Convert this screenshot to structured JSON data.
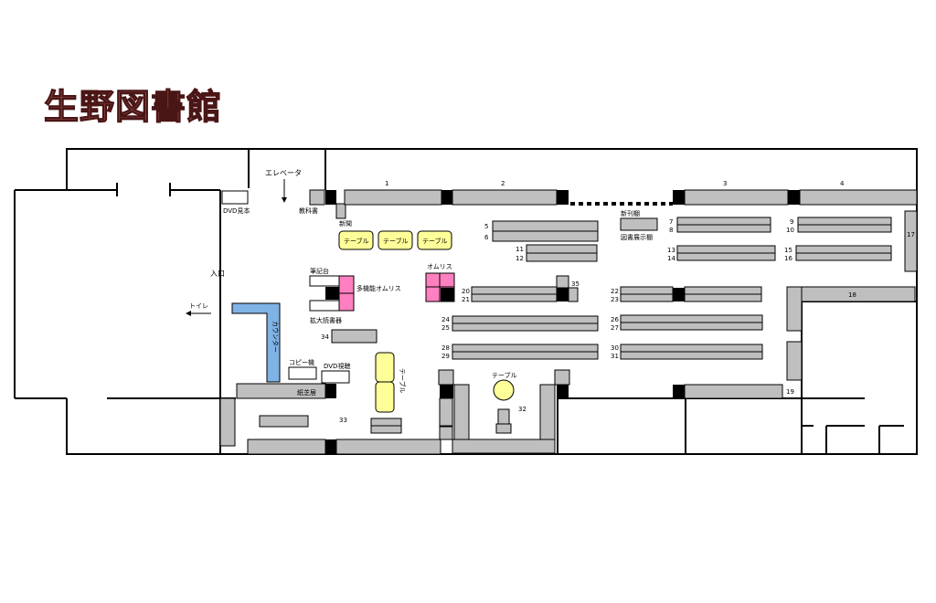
{
  "title": "生野図書館",
  "areas": {
    "elevator": "エレベータ",
    "dvd_preview": "DVD見本",
    "entrance": "入口",
    "toilet": "トイレ",
    "textbooks": "教科書",
    "newspapers": "新聞",
    "writing_desk": "筆記台",
    "multi_opac": "多機能オムリス",
    "magnifier": "拡大読書器",
    "opac": "オムリス",
    "counter": "カウンター",
    "copier": "コピー機",
    "dvd_viewing": "DVD視聴",
    "picture_show": "紙芝居",
    "new_magazines": "新刊棚",
    "book_display": "図書展示棚"
  },
  "tables": {
    "t1": "テーブル",
    "t2": "テーブル",
    "t3": "テーブル",
    "vertical": "テーブル",
    "round": "テーブル"
  },
  "shelves": {
    "s1": "1",
    "s2": "2",
    "s3": "3",
    "s4": "4",
    "s5": "5",
    "s6": "6",
    "s7": "7",
    "s8": "8",
    "s9": "9",
    "s10": "10",
    "s11": "11",
    "s12": "12",
    "s13": "13",
    "s14": "14",
    "s15": "15",
    "s16": "16",
    "s17": "17",
    "s18": "18",
    "s19": "19",
    "s20": "20",
    "s21": "21",
    "s22": "22",
    "s23": "23",
    "s24": "24",
    "s25": "25",
    "s26": "26",
    "s27": "27",
    "s28": "28",
    "s29": "29",
    "s30": "30",
    "s31": "31",
    "s32": "32",
    "s33": "33",
    "s34": "34",
    "s35": "35"
  },
  "colors": {
    "title_fill": "#b06060",
    "shelf": "#bfbfbf",
    "table": "#ffff99",
    "opac": "#ff80c0",
    "counter": "#7fb2e5"
  }
}
